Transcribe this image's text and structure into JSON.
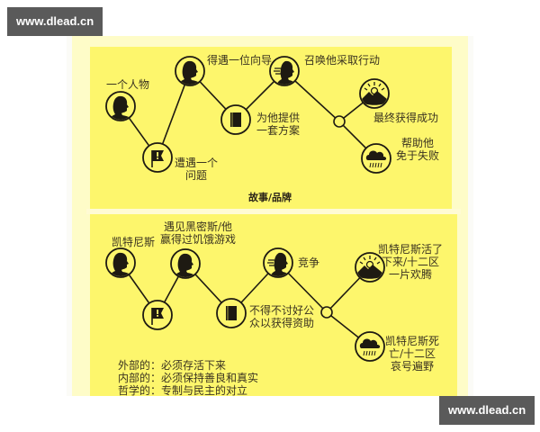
{
  "watermarks": {
    "top_left": "www.dlead.cn",
    "bottom_right": "www.dlead.cn"
  },
  "colors": {
    "panel": "#fdf66c",
    "outer": "#fefcc8",
    "ink": "#1e1a12",
    "text": "#3a3320"
  },
  "panel_top": {
    "title": "故事/品牌",
    "nodes": [
      {
        "icon": "person-silhouette-icon",
        "label": "一个人物"
      },
      {
        "icon": "problem-flag-icon",
        "label_lines": [
          "遭遇一个",
          "问题"
        ]
      },
      {
        "icon": "mentor-silhouette-icon",
        "label": "得遇一位向导"
      },
      {
        "icon": "plan-book-icon",
        "label_lines": [
          "为他提供",
          "一套方案"
        ]
      },
      {
        "icon": "call-to-action-speaker-icon",
        "label": "召唤他采取行动"
      },
      {
        "icon": "junction-node-icon"
      },
      {
        "icon": "sunrise-success-icon",
        "label": "最终获得成功"
      },
      {
        "icon": "storm-failure-icon",
        "label_lines": [
          "帮助他",
          "免于失败"
        ]
      }
    ]
  },
  "panel_bottom": {
    "nodes": [
      {
        "icon": "person-silhouette-icon",
        "label": "凯特尼斯"
      },
      {
        "icon": "problem-flag-icon"
      },
      {
        "icon": "mentor-silhouette-icon",
        "label_lines": [
          "遇见黑密斯/他",
          "赢得过饥饿游戏"
        ]
      },
      {
        "icon": "plan-book-icon",
        "label_lines": [
          "不得不讨好公",
          "众以获得资助"
        ]
      },
      {
        "icon": "call-to-action-speaker-icon",
        "label": "竞争"
      },
      {
        "icon": "junction-node-icon"
      },
      {
        "icon": "sunrise-success-icon",
        "label_lines": [
          "凯特尼斯活了",
          "下来/十二区",
          "一片欢腾"
        ]
      },
      {
        "icon": "storm-failure-icon",
        "label_lines": [
          "凯特尼斯死",
          "亡/十二区",
          "哀号遍野"
        ]
      }
    ],
    "problems": [
      "外部的：必须存活下来",
      "内部的：必须保持善良和真实",
      "哲学的：专制与民主的对立"
    ]
  }
}
